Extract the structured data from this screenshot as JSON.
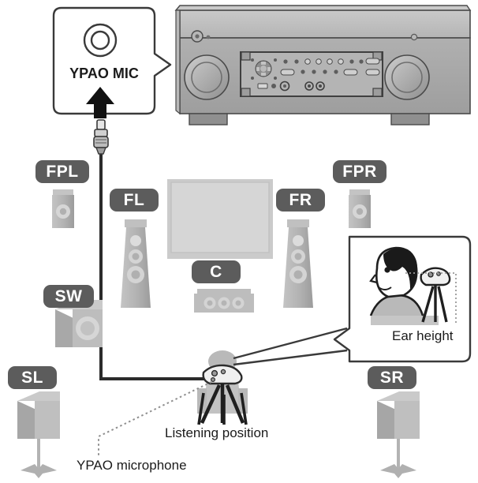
{
  "figure": {
    "title": "YPAO microphone setup and speaker layout diagram",
    "colors": {
      "badge_fill": "#5c5c5c",
      "badge_text": "#ffffff",
      "speaker_fill": "#b4b4b4",
      "speaker_fill_light": "#c6c6c6",
      "speaker_fill_dark": "#a0a0a0",
      "receiver_body": "#a9a9a9",
      "receiver_top": "#bdbdbd",
      "outline": "#2b2b2b",
      "text": "#1b1b1b",
      "tv_fill": "#cfcfcf",
      "cable": "#2b2b2b",
      "dotted": "#9a9a9a"
    }
  },
  "callouts": {
    "mic_jack": {
      "label": "YPAO MIC",
      "icon": "mic-jack-icon",
      "arrow": "up-arrow-icon"
    },
    "ear_height": {
      "label": "Ear height",
      "icon": "person-with-mic-tripod-icon"
    }
  },
  "annotations": {
    "listening_position": "Listening position",
    "ypao_microphone": "YPAO microphone"
  },
  "speakers": [
    {
      "id": "fpl",
      "label": "FPL",
      "type": "front-presence-left",
      "shape": "small-box-speaker"
    },
    {
      "id": "fl",
      "label": "FL",
      "type": "front-left",
      "shape": "floorstanding-speaker"
    },
    {
      "id": "c",
      "label": "C",
      "type": "center",
      "shape": "center-speaker"
    },
    {
      "id": "fr",
      "label": "FR",
      "type": "front-right",
      "shape": "floorstanding-speaker"
    },
    {
      "id": "fpr",
      "label": "FPR",
      "type": "front-presence-right",
      "shape": "small-box-speaker"
    },
    {
      "id": "sw",
      "label": "SW",
      "type": "subwoofer",
      "shape": "subwoofer-cube"
    },
    {
      "id": "sl",
      "label": "SL",
      "type": "surround-left",
      "shape": "stand-mounted-speaker"
    },
    {
      "id": "sr",
      "label": "SR",
      "type": "surround-right",
      "shape": "stand-mounted-speaker"
    }
  ],
  "devices": {
    "receiver": {
      "name": "av-receiver",
      "power_button": "power-button-icon",
      "indicator": "indicator-led-icon",
      "left_knob": "input-selector-knob",
      "right_knob": "volume-knob",
      "usb_port": "usb-port-icon",
      "headphone_jack": "headphone-jack-icon",
      "cursor_pad": "cursor-pad-icon"
    },
    "tv": {
      "name": "television",
      "screen": "tv-screen"
    }
  }
}
